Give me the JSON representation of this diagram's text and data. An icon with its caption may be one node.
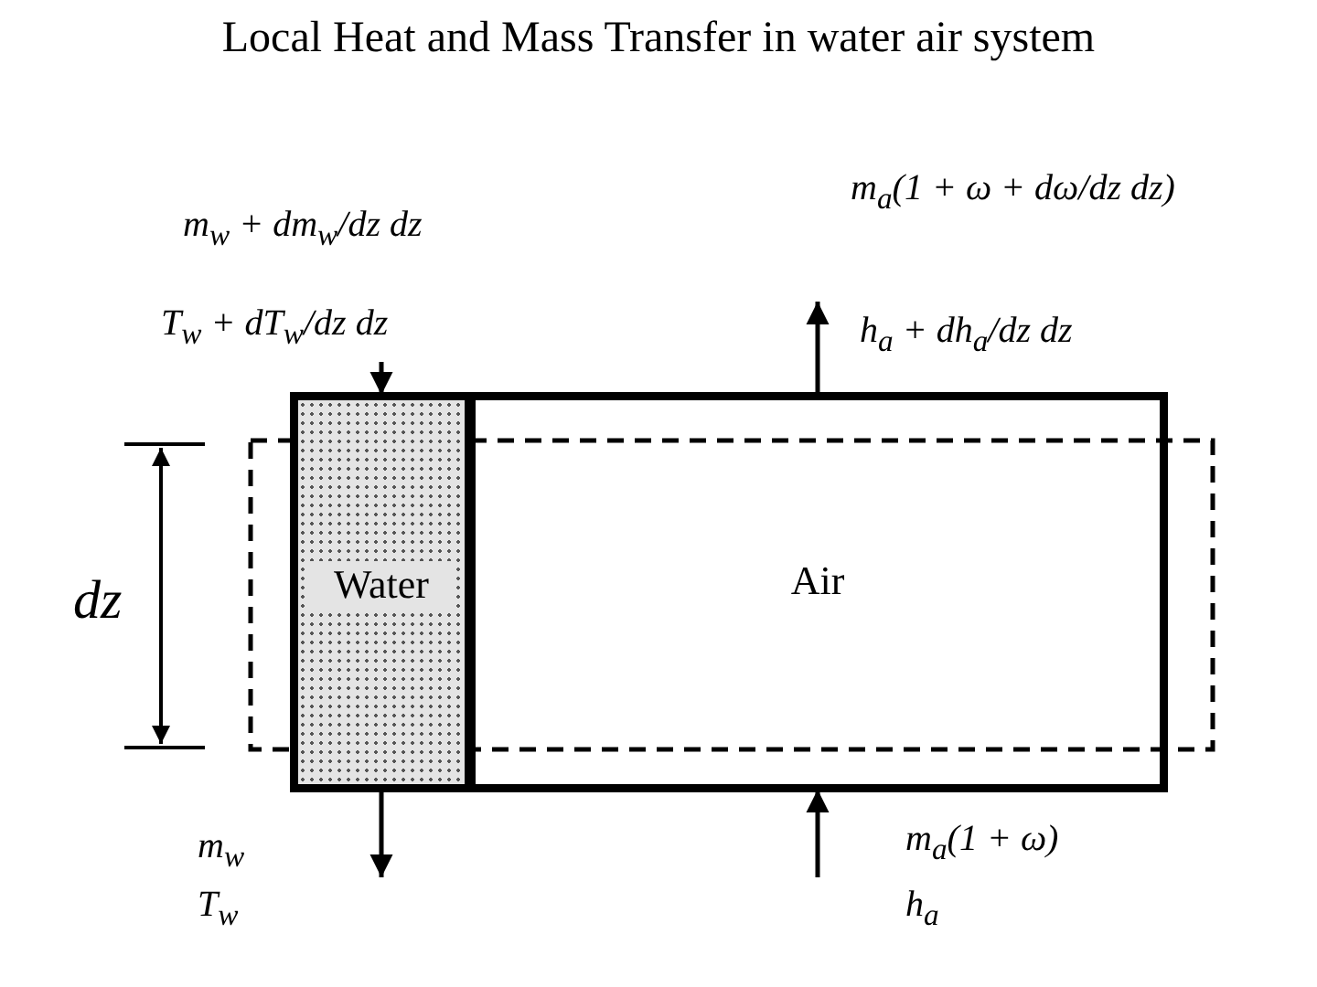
{
  "diagram": {
    "title": "Local Heat and Mass Transfer in water air system",
    "nodes": [
      {
        "text": [
          "Water"
        ]
      },
      {
        "text": [
          "Air"
        ]
      }
    ],
    "edges": [
      {
        "from": null,
        "to": 0,
        "arrow": "to"
      },
      {
        "from": 0,
        "to": null,
        "arrow": "to"
      },
      {
        "from": null,
        "to": 1,
        "arrow": "to"
      },
      {
        "from": 1,
        "to": null,
        "arrow": "to"
      }
    ],
    "labels": [
      "m$_{w}$ + dm$_{w}$/dz dz",
      "T$_{w}$ + dT$_{w}$/dz dz",
      "m$_{a}$(1 + ω + dω/dz dz)",
      "h$_{a}$ + dh$_{a}$/dz dz",
      "dz",
      "m$_{w}$",
      "T$_{w}$",
      "m$_{a}$(1 + ω)",
      "h$_{a}$"
    ]
  }
}
